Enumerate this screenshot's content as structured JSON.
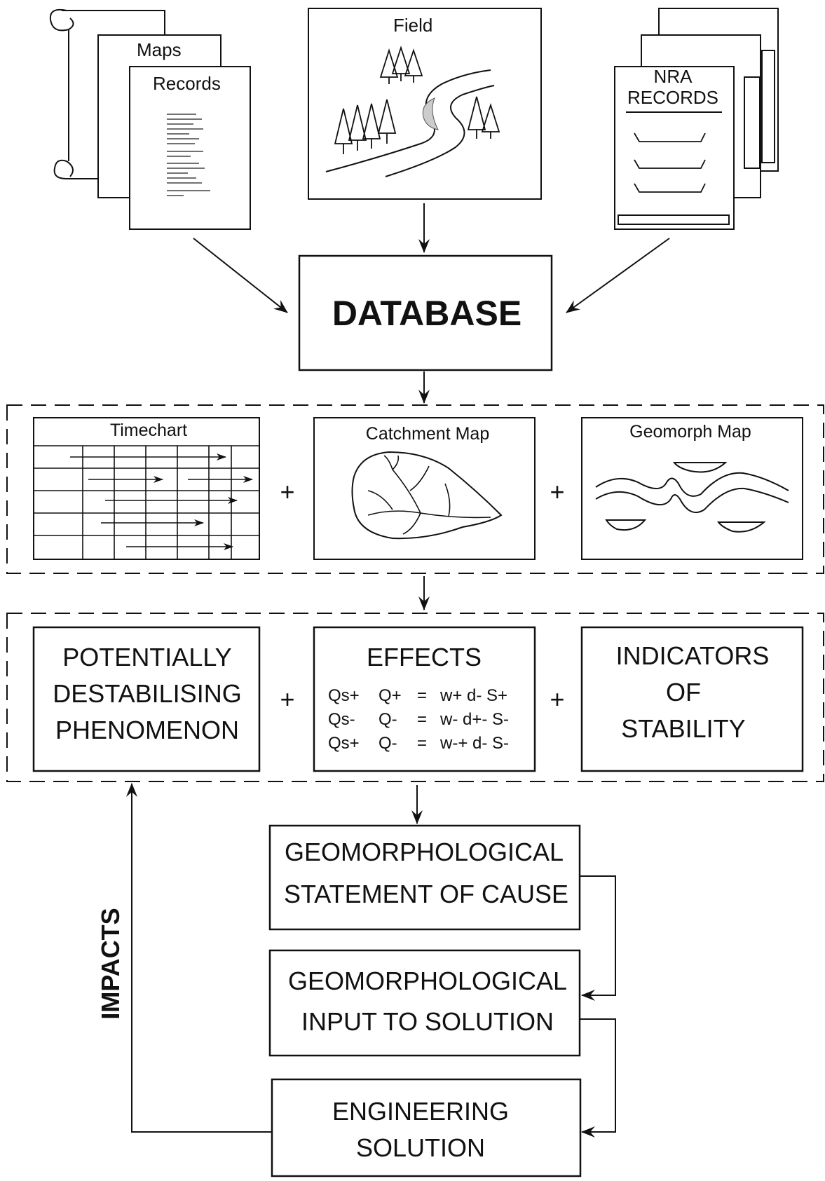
{
  "sources": {
    "maps_label": "Maps",
    "records_label": "Records",
    "field_label": "Field",
    "nra_label_line1": "NRA",
    "nra_label_line2": "RECORDS"
  },
  "database": {
    "label": "DATABASE"
  },
  "maps_row": {
    "timechart_label": "Timechart",
    "catchment_label": "Catchment Map",
    "geomorph_label": "Geomorph Map",
    "plus1": "+",
    "plus2": "+"
  },
  "analysis_row": {
    "phenomenon_lines": [
      "POTENTIALLY",
      "DESTABILISING",
      "PHENOMENON"
    ],
    "effects_title": "EFFECTS",
    "effects_equations": [
      [
        "Qs+",
        "Q+",
        "=",
        "w+ d- S+"
      ],
      [
        "Qs-",
        "Q-",
        "=",
        "w- d+- S-"
      ],
      [
        "Qs+",
        "Q-",
        "=",
        "w-+ d- S-"
      ]
    ],
    "indicators_lines": [
      "INDICATORS",
      "OF",
      "STABILITY"
    ],
    "plus1": "+",
    "plus2": "+"
  },
  "outputs": {
    "statement_lines": [
      "GEOMORPHOLOGICAL",
      "STATEMENT OF CAUSE"
    ],
    "input_lines": [
      "GEOMORPHOLOGICAL",
      "INPUT TO SOLUTION"
    ],
    "engineering_lines": [
      "ENGINEERING",
      "SOLUTION"
    ]
  },
  "impacts_label": "IMPACTS"
}
